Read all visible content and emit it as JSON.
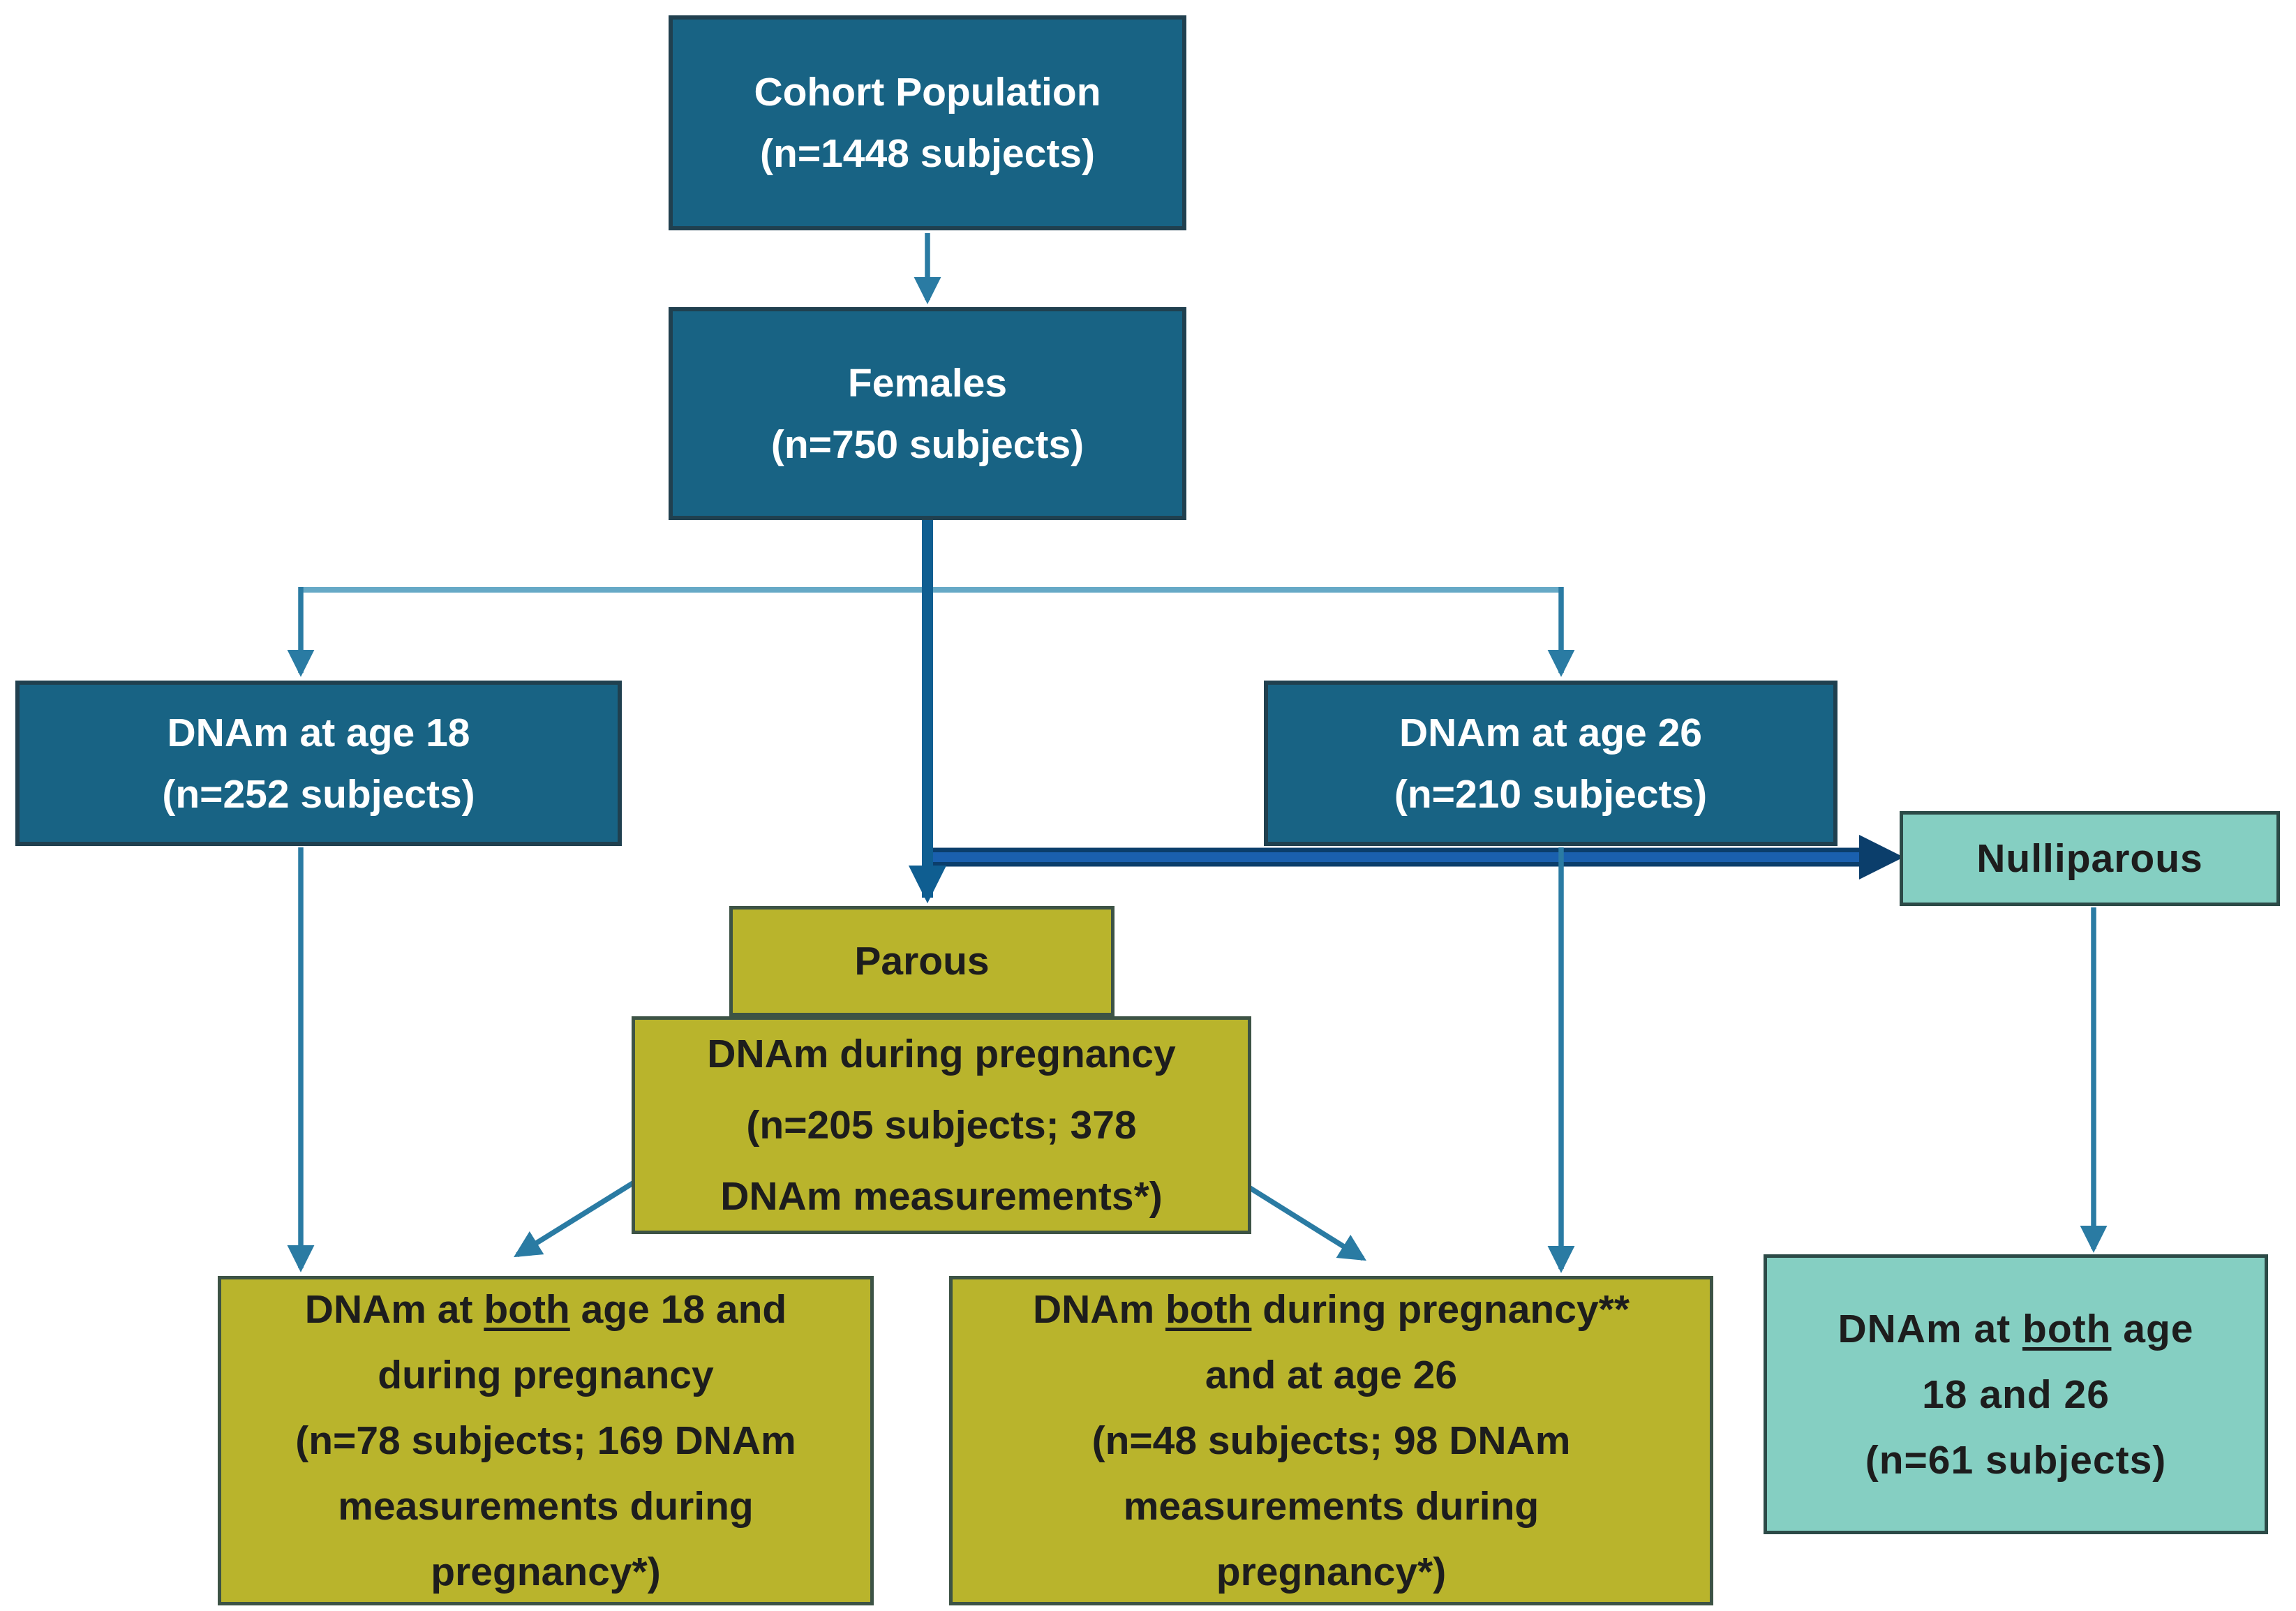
{
  "figure": {
    "type": "flowchart",
    "nodes": {
      "cohort": {
        "line1": "Cohort Population",
        "line2": "(n=1448 subjects)"
      },
      "females": {
        "line1": "Females",
        "line2": "(n=750 subjects)"
      },
      "age18": {
        "line1": "DNAm at age 18",
        "line2": "(n=252 subjects)"
      },
      "age26": {
        "line1": "DNAm at age 26",
        "line2": "(n=210 subjects)"
      },
      "nulliparous": {
        "line1": "Nulliparous"
      },
      "parous": {
        "line1": "Parous"
      },
      "pregnancy": {
        "line1": "DNAm during pregnancy",
        "line2": "(n=205 subjects; 378",
        "line3": "DNAm measurements*)"
      },
      "both18preg": {
        "l1a": "DNAm at ",
        "l1b": "both",
        "l1c": " age 18 and",
        "line2": "during pregnancy",
        "line3": "(n=78 subjects; 169 DNAm",
        "line4": "measurements during",
        "line5": "pregnancy*)"
      },
      "bothpreg26": {
        "l1a": "DNAm ",
        "l1b": "both",
        "l1c": " during pregnancy**",
        "line2": "and at age 26",
        "line3": "(n=48 subjects; 98 DNAm",
        "line4": "measurements during",
        "line5": "pregnancy*)"
      },
      "both1826": {
        "l1a": "DNAm at ",
        "l1b": "both",
        "l1c": " age",
        "line2": "18 and 26",
        "line3": "(n=61 subjects)"
      }
    },
    "edges": [
      {
        "from": "Cohort Population",
        "to": "Females"
      },
      {
        "from": "Females",
        "to": "DNAm at age 18"
      },
      {
        "from": "Females",
        "to": "DNAm at age 26"
      },
      {
        "from": "Females",
        "to": "Parous"
      },
      {
        "from": "Females",
        "to": "Nulliparous"
      },
      {
        "from": "DNAm at age 18",
        "to": "DNAm at both age 18 and during pregnancy"
      },
      {
        "from": "DNAm at age 26",
        "to": "DNAm both during pregnancy** and at age 26"
      },
      {
        "from": "DNAm during pregnancy",
        "to": "DNAm at both age 18 and during pregnancy"
      },
      {
        "from": "DNAm during pregnancy",
        "to": "DNAm both during pregnancy** and at age 26"
      },
      {
        "from": "Nulliparous",
        "to": "DNAm at both age 18 and 26"
      }
    ]
  },
  "colors": {
    "dark_box_fill": "#186384",
    "dark_box_text": "#ffffff",
    "olive_box_fill": "#b9b42c",
    "light_teal_box_fill": "#85cfc2",
    "box_text_dark": "#1d1d1d",
    "connector_light": "#66a9c6",
    "connector_medium": "#2a7ba3",
    "connector_stem": "#0f5e91",
    "connector_thick_core": "#1a60ae",
    "connector_thick_edge": "#0b3e6b"
  }
}
